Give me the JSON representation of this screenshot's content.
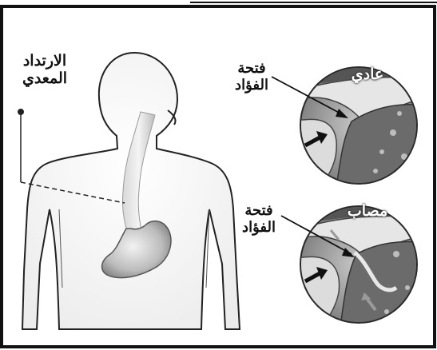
{
  "labels": {
    "reflux_line1": "الارتداد",
    "reflux_line2": "المعدي",
    "cardia_top_line1": "فتحة",
    "cardia_top_line2": "الفؤاد",
    "cardia_bottom_line1": "فتحة",
    "cardia_bottom_line2": "الفؤاد"
  },
  "circles": {
    "normal_title": "عادي",
    "affected_title": "مصاب"
  }
}
